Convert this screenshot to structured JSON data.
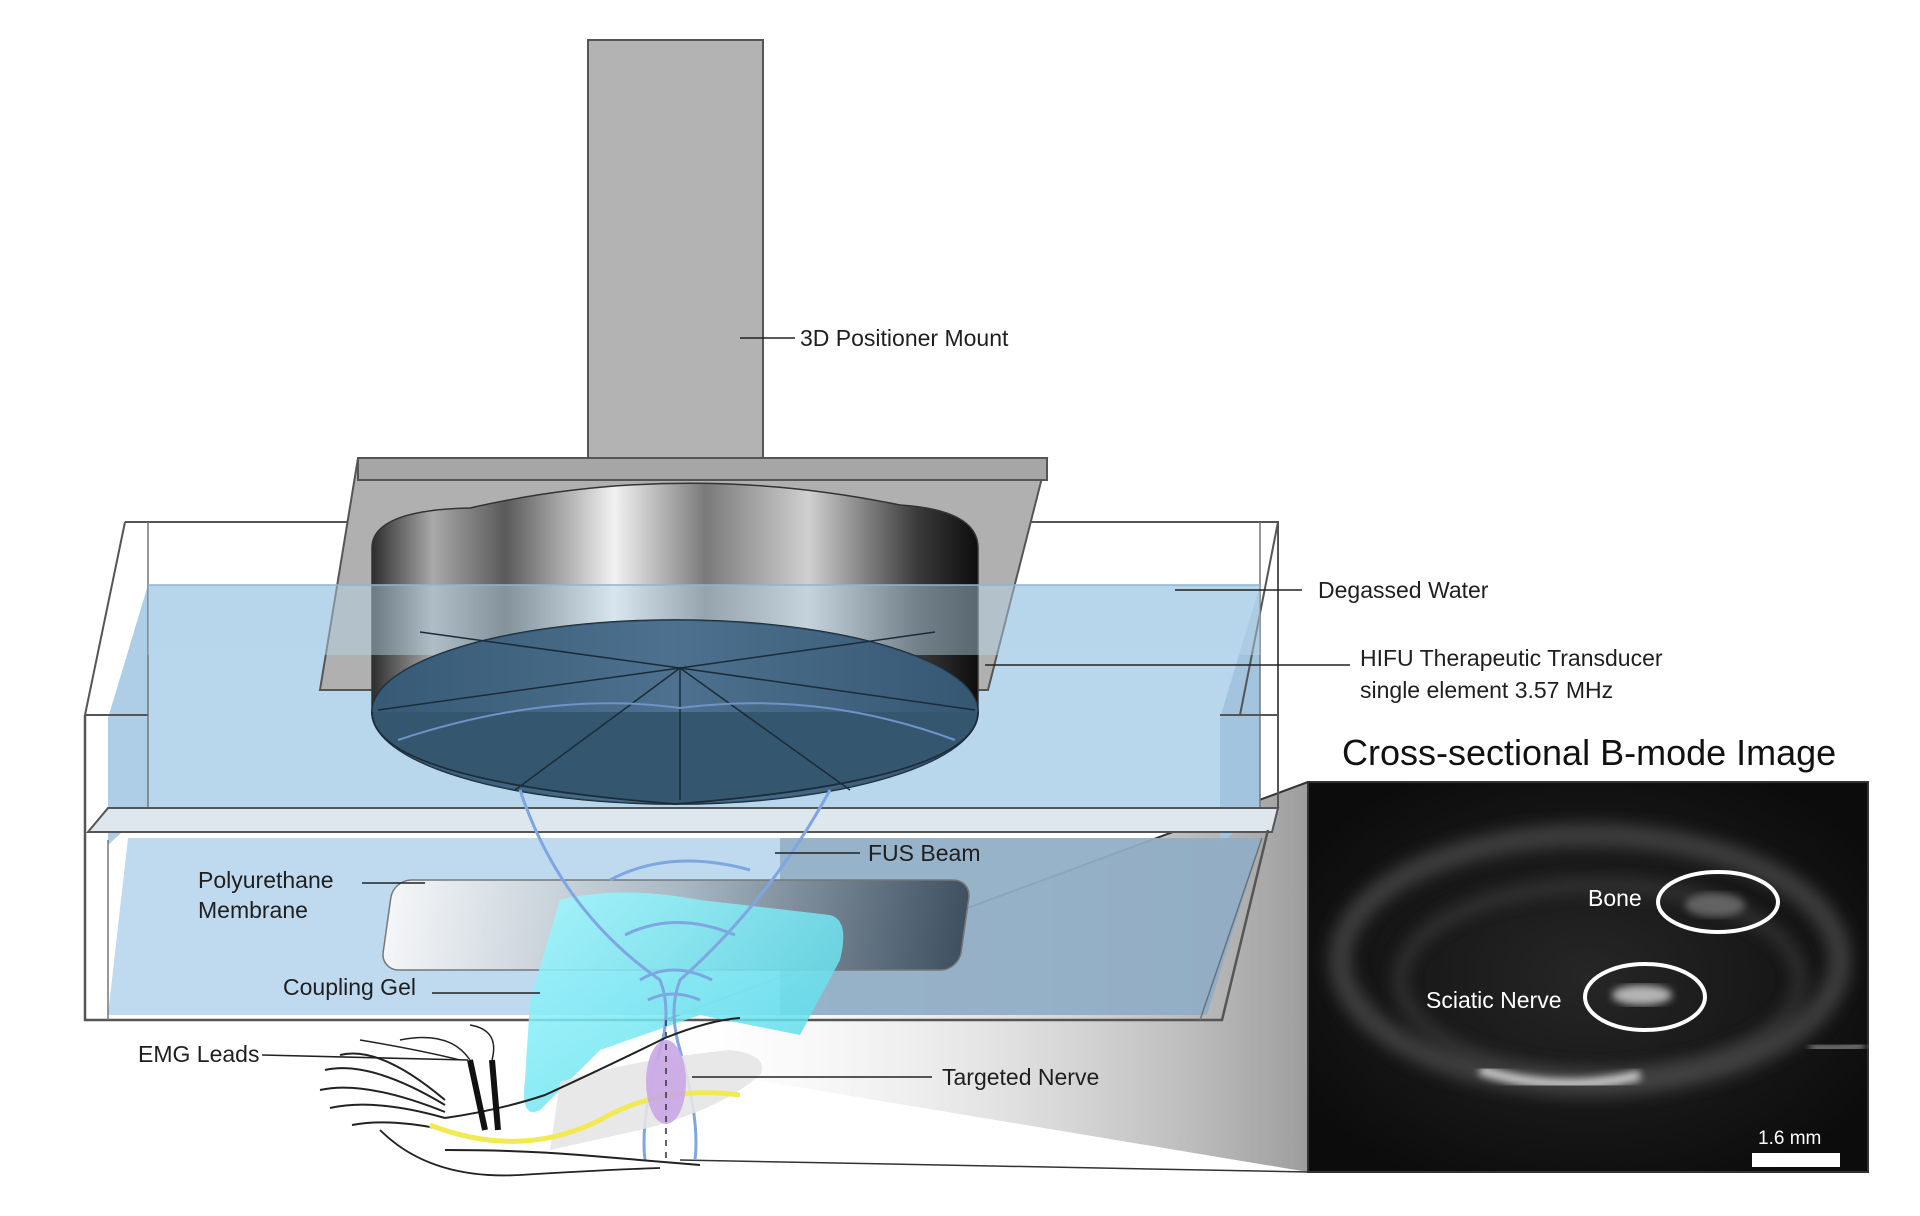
{
  "labels": {
    "positioner": "3D Positioner Mount",
    "water": "Degassed Water",
    "transducer_line1": "HIFU Therapeutic Transducer",
    "transducer_line2": "single element 3.57 MHz",
    "fus_beam": "FUS Beam",
    "membrane_line1": "Polyurethane",
    "membrane_line2": "Membrane",
    "coupling_gel": "Coupling Gel",
    "emg_leads": "EMG Leads",
    "targeted_nerve": "Targeted Nerve"
  },
  "bmode": {
    "title": "Cross-sectional B-mode Image",
    "bone": "Bone",
    "sciatic_nerve": "Sciatic Nerve",
    "scale_bar": "1.6 mm"
  },
  "colors": {
    "water": "#b8d6ec",
    "mount": "#b3b3b3",
    "transducer_face": "#3e6380",
    "gel": "#7fe8f0",
    "nerve": "#f2ea55",
    "focus": "#c9a6e6",
    "beam": "#7ea6e0"
  }
}
